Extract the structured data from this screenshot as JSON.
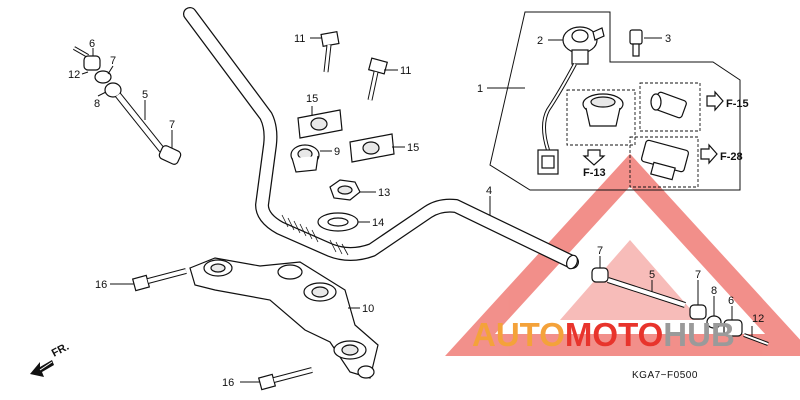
{
  "callouts": {
    "n1": "1",
    "n2": "2",
    "n3": "3",
    "n4": "4",
    "n5a": "5",
    "n5b": "5",
    "n6a": "6",
    "n6b": "6",
    "n7a": "7",
    "n7b": "7",
    "n7c": "7",
    "n7d": "7",
    "n8a": "8",
    "n8b": "8",
    "n9": "9",
    "n10": "10",
    "n11a": "11",
    "n11b": "11",
    "n12a": "12",
    "n12b": "12",
    "n13": "13",
    "n14": "14",
    "n15a": "15",
    "n15b": "15",
    "n16a": "16",
    "n16b": "16"
  },
  "refs": {
    "f15": "F-15",
    "f28": "F-28",
    "f13": "F-13"
  },
  "front_label": "FR.",
  "diagram_code": "KGA7−F0500",
  "watermark": {
    "part1": "AUTO",
    "part2": "MOTO",
    "part3": "HUB",
    "color_orange": "#f4a23a",
    "color_red": "#e8342c",
    "color_grey": "#9a9a9a"
  }
}
